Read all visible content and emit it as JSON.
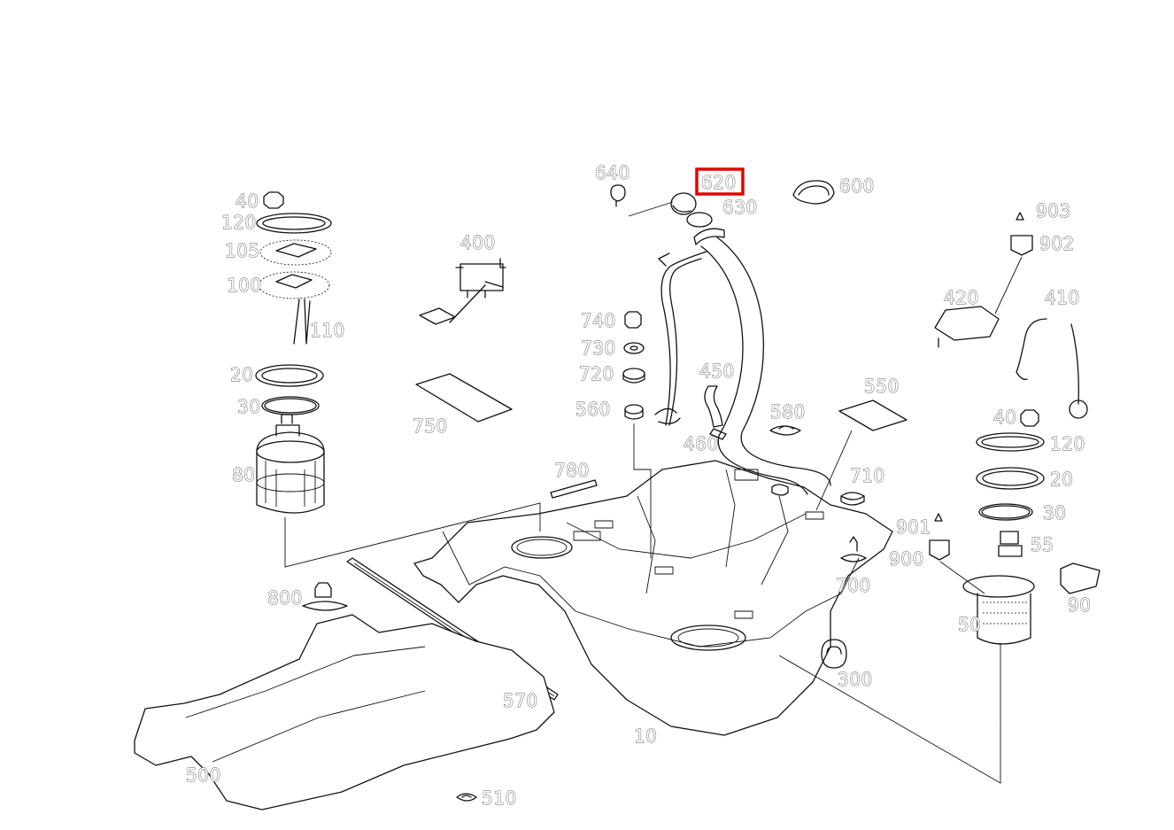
{
  "diagram": {
    "highlighted_part": "620",
    "highlight_color": "#e60000",
    "part_labels": [
      "10",
      "20",
      "30",
      "40",
      "50",
      "55",
      "80",
      "90",
      "100",
      "105",
      "110",
      "120",
      "300",
      "400",
      "410",
      "420",
      "450",
      "460",
      "500",
      "510",
      "550",
      "560",
      "570",
      "580",
      "600",
      "620",
      "630",
      "640",
      "700",
      "710",
      "720",
      "730",
      "740",
      "750",
      "780",
      "800",
      "900",
      "901",
      "902",
      "903"
    ]
  }
}
